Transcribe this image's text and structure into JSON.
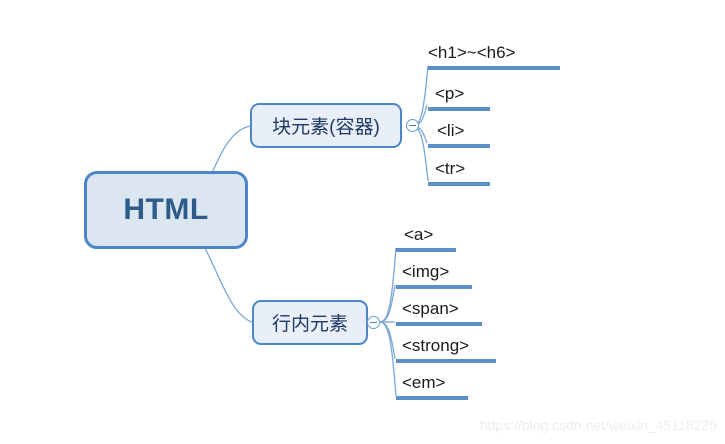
{
  "diagram": {
    "title": "HTML",
    "type": "mind-map",
    "root": {
      "label": "HTML"
    },
    "branches": [
      {
        "id": "block",
        "label": "块元素(容器)",
        "collapse_toggle": "collapse-minus",
        "leaves": [
          {
            "label": "<h1>~<h6>"
          },
          {
            "label": "<p>"
          },
          {
            "label": "<li>"
          },
          {
            "label": "<tr>"
          }
        ]
      },
      {
        "id": "inline",
        "label": "行内元素",
        "collapse_toggle": "collapse-minus",
        "leaves": [
          {
            "label": "<a>"
          },
          {
            "label": "<img>"
          },
          {
            "label": "<span>"
          },
          {
            "label": "<strong>"
          },
          {
            "label": "<em>"
          }
        ]
      }
    ],
    "colors": {
      "root_fill": "#dce6f1",
      "root_border": "#4a86c8",
      "root_text": "#2e5c8a",
      "branch_fill": "#e8eff8",
      "branch_border": "#4a86c8",
      "branch_text": "#1f3864",
      "leaf_text": "#1a1a1a",
      "leaf_underline": "#5b8fc9",
      "connector": "#7ba7d7",
      "background": "#ffffff",
      "watermark": "#ededed"
    }
  },
  "watermark": {
    "text": "https://blog.csdn.net/weixin_45118229"
  }
}
